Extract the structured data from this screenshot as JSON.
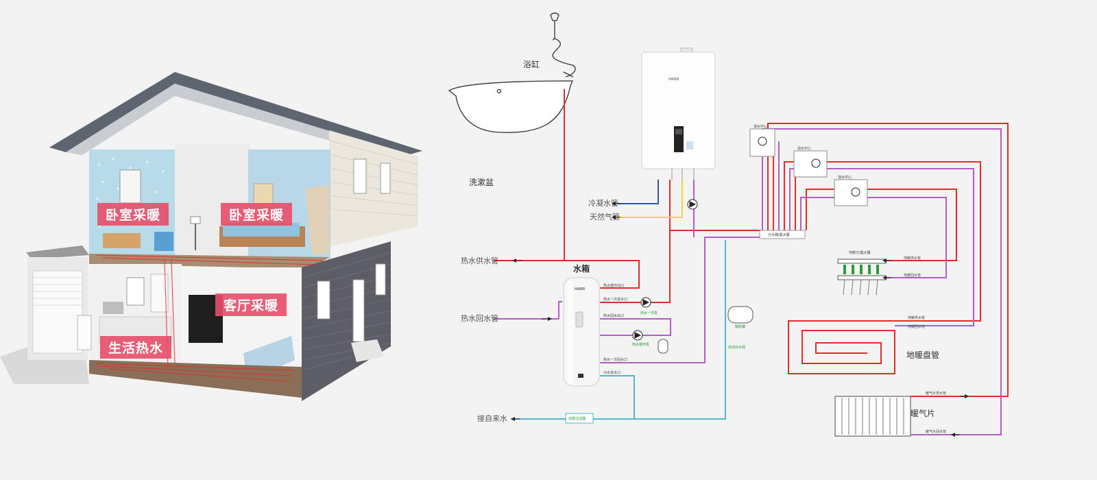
{
  "house": {
    "labels": {
      "bedroom_left": "卧室采暖",
      "bedroom_right": "卧室采暖",
      "living_room": "客厅采暖",
      "hot_water": "生活热水"
    }
  },
  "diagram": {
    "bathtub": "浴缸",
    "washbasin": "洗漱盆",
    "water_tank": "水箱",
    "cold_water_pipe": "冷凝水管",
    "gas_pipe": "天然气管",
    "hot_water_supply": "热水供水管",
    "hot_water_return": "热水回水管",
    "mains_water": "接自来水",
    "floor_heating_coil": "地暖盘管",
    "radiator": "暖气片",
    "boiler_brand": "HAIER",
    "tank_brand": "HAIER",
    "mixing_center_1": "混水中心",
    "mixing_center_2": "混水中心",
    "mixing_center_3": "混水中心",
    "manifold_box": "分水器/集水器",
    "fh_supply": "地暖供水管",
    "fh_return": "地暖回水管",
    "fh_supply_2": "地暖供水管",
    "fh_return_2": "地暖回水管",
    "rad_supply": "暖气片供水管",
    "rad_return": "暖气片回水管",
    "coil_manifold": "地暖分/集水器",
    "tank_in_top": "热水循环出口",
    "tank_in_1": "热水一次进水口",
    "tank_in_2": "热水回水出口",
    "tank_in_3": "热水一次回水口",
    "tank_in_4": "冷水进水口",
    "pump_1": "热水一次泵",
    "pump_2": "热水循环泵",
    "expansion_tank": "膨胀罐",
    "safety_valve": "自动补水阀",
    "filter": "前置过滤器"
  }
}
